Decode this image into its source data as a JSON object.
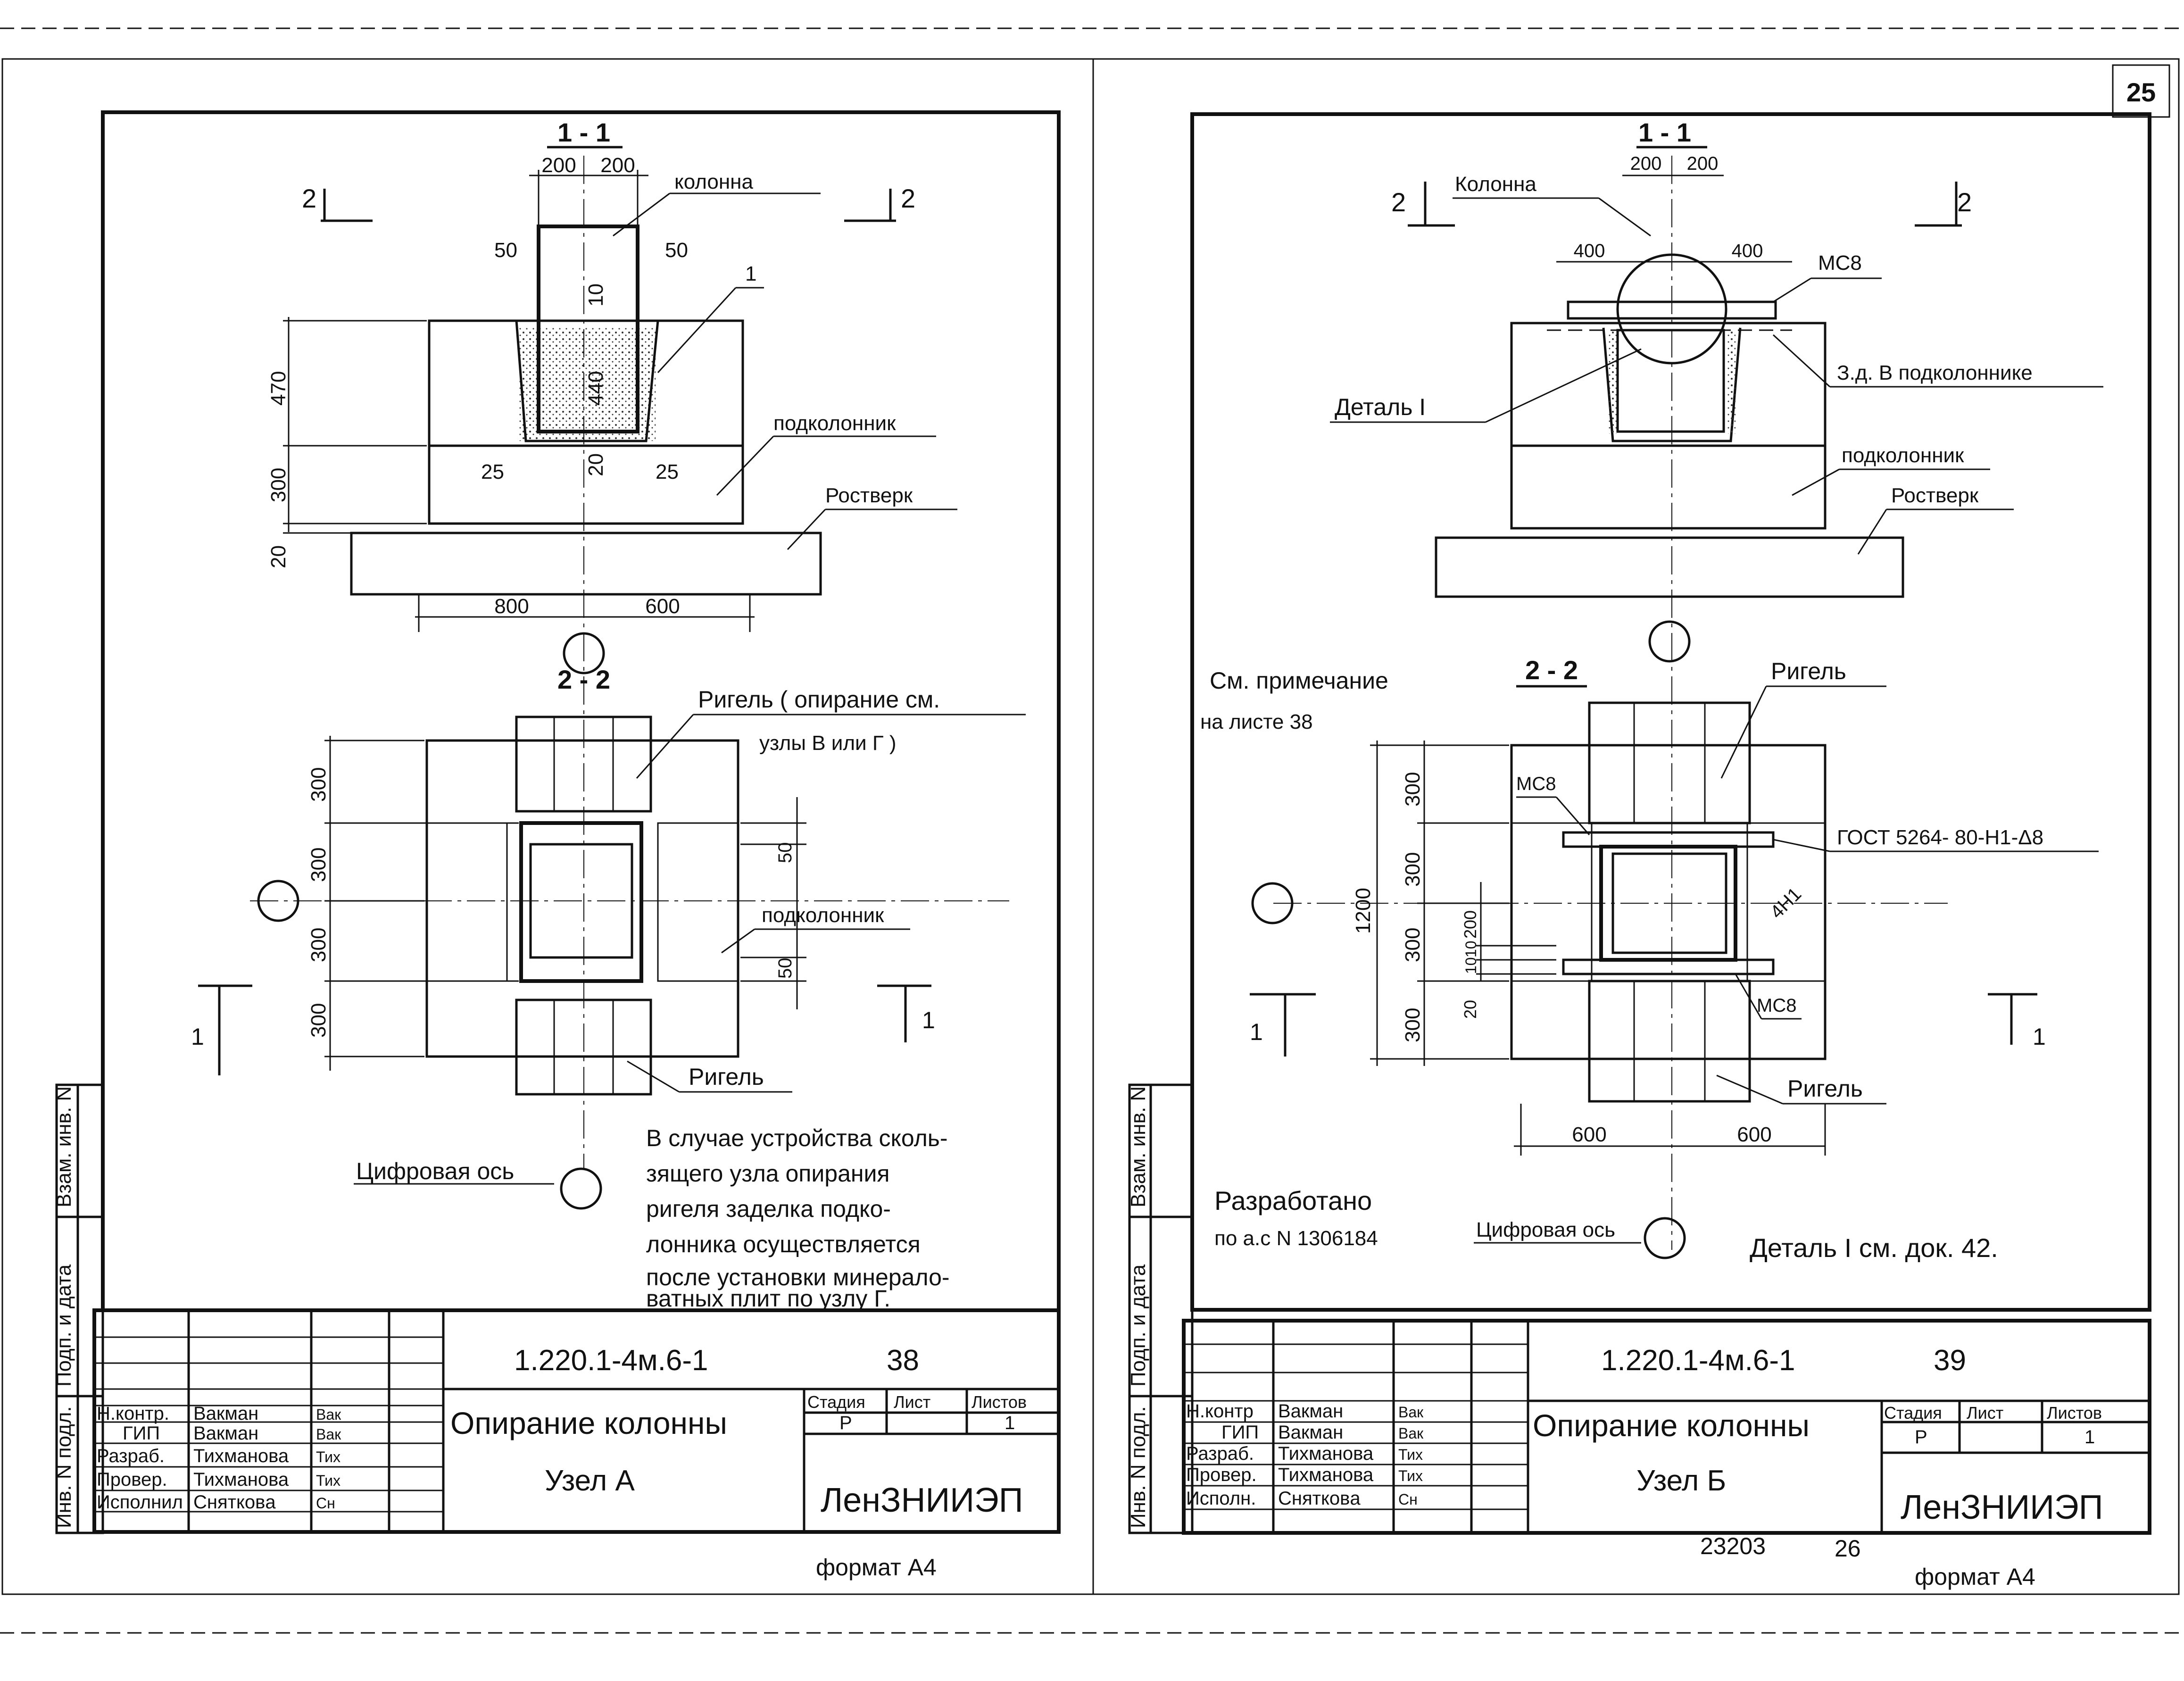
{
  "page_number": "25",
  "format_note": "формат А4",
  "archive_number": "23203",
  "archive_page": "26",
  "side_stamp": {
    "vzam": "Взам. инв. N",
    "podp_data": "Подп. и дата",
    "inv_podl": "Инв. N подл."
  },
  "sheet_left": {
    "section_1_title": "1 - 1",
    "section_2_title": "2 - 2",
    "cut_mark": "2",
    "cut_mark_1": "1",
    "labels": {
      "kolonna": "колонна",
      "item_1": "1",
      "podkolonnik": "подколонник",
      "rostverk": "Ростверк",
      "rigel_top": "Ригель ( опирание см.",
      "rigel_top_2": "узлы В или Г )",
      "podkolonnik_plan": "подколонник",
      "rigel_bottom": "Ригель",
      "digital_axis": "Цифровая ось"
    },
    "dims": {
      "d200a": "200",
      "d200b": "200",
      "d50a": "50",
      "d50b": "50",
      "d10": "10",
      "d440": "440",
      "d20": "20",
      "d25a": "25",
      "d25b": "25",
      "d470": "470",
      "d300": "300",
      "d20b": "20",
      "d800": "800",
      "d600": "600",
      "p300a": "300",
      "p300b": "300",
      "p300c": "300",
      "p300d": "300",
      "p50a": "50",
      "p50b": "50"
    },
    "note_lines": [
      "В случае устройства сколь-",
      "зящего узла опирания",
      "ригеля заделка подко-",
      "лонника осуществляется",
      "после установки минерало-",
      "ватных плит по узлу Г."
    ],
    "title_block": {
      "code": "1.220.1-4м.6-1",
      "sheet_no": "38",
      "title": "Опирание колонны",
      "subtitle": "Узел А",
      "stage_header": "Стадия",
      "sheet_header": "Лист",
      "sheets_header": "Листов",
      "stage": "Р",
      "sheets": "1",
      "org": "ЛенЗНИИЭП",
      "roles": [
        {
          "role": "Н.контр.",
          "name": "Вакман",
          "sign": "Вак"
        },
        {
          "role": "ГИП",
          "name": "Вакман",
          "sign": "Вак"
        },
        {
          "role": "Разраб.",
          "name": "Тихманова",
          "sign": "Тих"
        },
        {
          "role": "Провер.",
          "name": "Тихманова",
          "sign": "Тих"
        },
        {
          "role": "Исполнил",
          "name": "Снятковa",
          "sign": "Сн"
        }
      ]
    }
  },
  "sheet_right": {
    "section_1_title": "1 - 1",
    "section_2_title": "2 - 2",
    "cut_mark": "2",
    "cut_mark_1": "1",
    "labels": {
      "kolonna": "Колонна",
      "ms8_top": "МС8",
      "zd": "З.д. В подколоннике",
      "detail": "Деталь I",
      "podkolonnik": "подколонник",
      "rostverk": "Ростверк",
      "see_note": "См. примечание",
      "see_note_2": "на листе 38",
      "rigel_top": "Ригель",
      "ms8_plan": "МС8",
      "gost": "ГОСТ 5264- 80-Н1-Δ8",
      "weld": "4Н1",
      "ms8_plan_b": "МС8",
      "rigel_bottom": "Ригель",
      "developed": "Разработано",
      "developed_2": "по а.с N 1306184",
      "digital_axis": "Цифровая ось",
      "detail_ref": "Деталь I см. док. 42."
    },
    "dims": {
      "d200a": "200",
      "d200b": "200",
      "d400a": "400",
      "d400b": "400",
      "d1200": "1200",
      "p300a": "300",
      "p300b": "300",
      "p300c": "300",
      "p300d": "300",
      "d200": "200",
      "d10a": "10",
      "d10b": "10",
      "d20": "20",
      "d600a": "600",
      "d600b": "600"
    },
    "title_block": {
      "code": "1.220.1-4м.6-1",
      "sheet_no": "39",
      "title": "Опирание колонны",
      "subtitle": "Узел Б",
      "stage_header": "Стадия",
      "sheet_header": "Лист",
      "sheets_header": "Листов",
      "stage": "Р",
      "sheets": "1",
      "org": "ЛенЗНИИЭП",
      "roles": [
        {
          "role": "Н.контр",
          "name": "Вакман",
          "sign": "Вак"
        },
        {
          "role": "ГИП",
          "name": "Вакман",
          "sign": "Вак"
        },
        {
          "role": "Разраб.",
          "name": "Тихманова",
          "sign": "Тих"
        },
        {
          "role": "Провер.",
          "name": "Тихманова",
          "sign": "Тих"
        },
        {
          "role": "Исполн.",
          "name": "Снятковa",
          "sign": "Сн"
        }
      ]
    }
  }
}
